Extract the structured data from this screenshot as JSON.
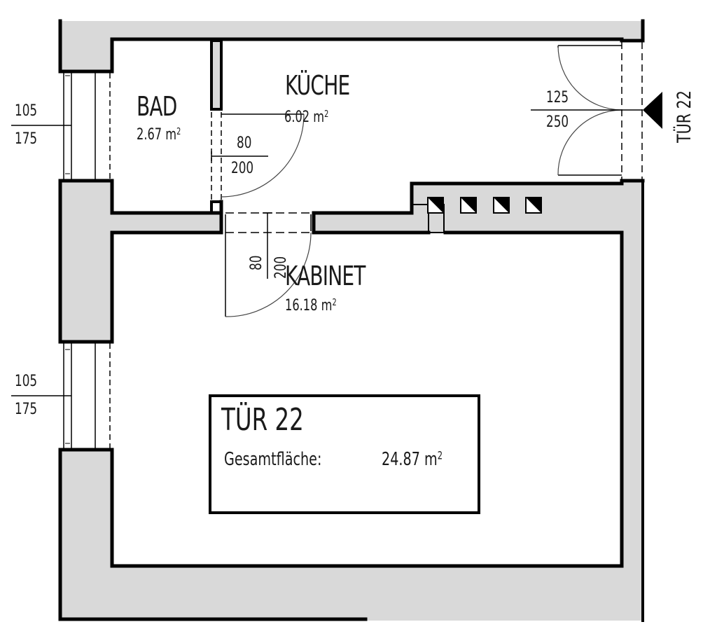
{
  "plan": {
    "unit_label": "TÜR 22",
    "colors": {
      "wall_fill": "#d9d9d9",
      "line": "#000000",
      "background": "#ffffff"
    }
  },
  "rooms": [
    {
      "name": "BAD",
      "area": "2.67",
      "unit": "m",
      "unit_exp": "2"
    },
    {
      "name": "KÜCHE",
      "area": "6.02",
      "unit": "m",
      "unit_exp": "2"
    },
    {
      "name": "KABINET",
      "area": "16.18",
      "unit": "m",
      "unit_exp": "2"
    }
  ],
  "dimensions": {
    "window_top": {
      "width": "105",
      "height": "175"
    },
    "window_bottom": {
      "width": "105",
      "height": "175"
    },
    "door_bad": {
      "width": "80",
      "height": "200"
    },
    "door_kabinet": {
      "width": "80",
      "height": "200"
    },
    "entrance_door": {
      "width": "125",
      "height": "250"
    }
  },
  "entrance": {
    "label": "TÜR 22",
    "marker_icon": "entrance-arrow-icon"
  },
  "summary_box": {
    "title": "TÜR 22",
    "total_label": "Gesamtfläche:",
    "total_value": "24.87",
    "unit": "m",
    "unit_exp": "2"
  }
}
